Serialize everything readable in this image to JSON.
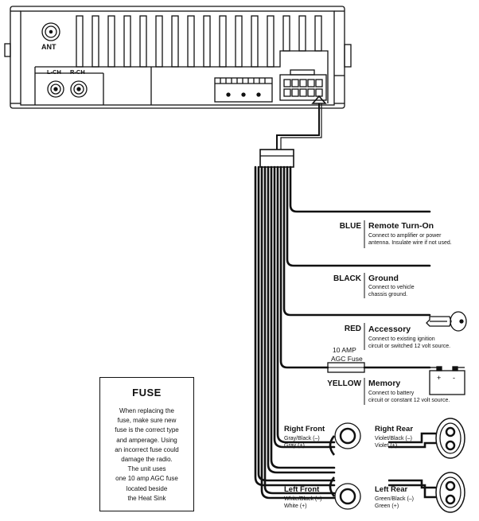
{
  "head_unit": {
    "ant_label": "ANT",
    "lch_label": "L-CH",
    "rch_label": "R-CH"
  },
  "wires": [
    {
      "color_label": "BLUE",
      "function": "Remote Turn-On",
      "description": "Connect to amplifier or power\nantenna. Insulate wire if not used."
    },
    {
      "color_label": "BLACK",
      "function": "Ground",
      "description": "Connect to vehicle\nchassis ground."
    },
    {
      "color_label": "RED",
      "function": "Accessory",
      "description": "Connect to existing ignition\ncircuit or switched 12 volt source."
    },
    {
      "color_label": "YELLOW",
      "function": "Memory",
      "description": "Connect to battery\ncircuit or constant 12 volt source."
    }
  ],
  "inline_fuse": {
    "rating": "10 AMP",
    "type": "AGC Fuse"
  },
  "battery": {
    "plus": "+",
    "minus": "-"
  },
  "speakers": {
    "right_front": {
      "title": "Right Front",
      "desc": "Gray/Black (–)\nGray (+)"
    },
    "right_rear": {
      "title": "Right Rear",
      "desc": "Violet/Black (–)\nViolet (+)"
    },
    "left_front": {
      "title": "Left Front",
      "desc": "White/Black (–)\nWhite (+)"
    },
    "left_rear": {
      "title": "Left Rear",
      "desc": "Green/Black (–)\nGreen (+)"
    }
  },
  "fuse_note": {
    "title": "FUSE",
    "text": "When replacing the\nfuse, make sure new\nfuse is the correct type\nand amperage. Using\nan incorrect fuse could\ndamage the radio.\nThe unit uses\none 10 amp AGC fuse\nlocated beside\nthe Heat Sink"
  },
  "colors": {
    "line": "#111111",
    "background": "#ffffff"
  }
}
